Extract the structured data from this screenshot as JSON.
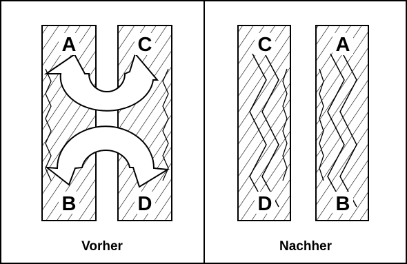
{
  "panels": {
    "before": {
      "caption": "Vorher",
      "letters": {
        "top_left": "A",
        "top_right": "C",
        "bottom_left": "B",
        "bottom_right": "D"
      }
    },
    "after": {
      "caption": "Nachher",
      "letters": {
        "top_left": "C",
        "top_right": "A",
        "bottom_left": "D",
        "bottom_right": "B"
      }
    }
  },
  "colors": {
    "line": "#000000",
    "background": "#ffffff"
  }
}
